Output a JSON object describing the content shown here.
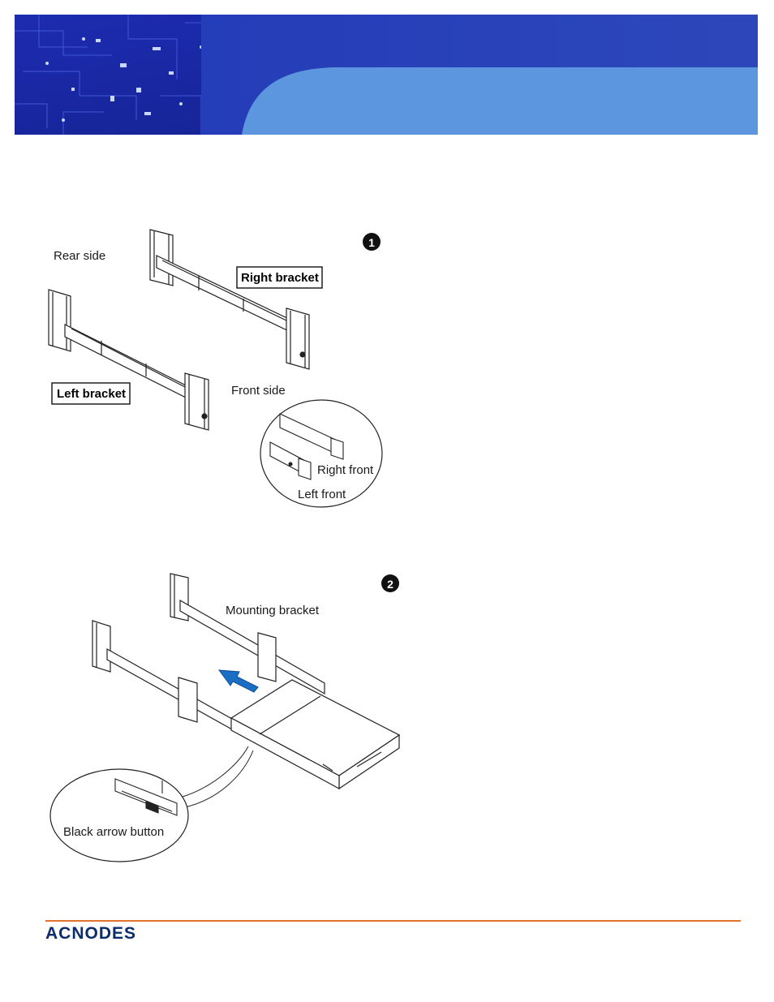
{
  "figure1": {
    "step_number": "1",
    "rear_side_label": "Rear side",
    "right_bracket_label": "Right bracket",
    "left_bracket_label": "Left bracket",
    "front_side_label": "Front side",
    "right_front_label": "Right front",
    "left_front_label": "Left front"
  },
  "figure2": {
    "step_number": "2",
    "mounting_bracket_label": "Mounting bracket",
    "black_arrow_button_label": "Black arrow button"
  },
  "footer": {
    "brand": "ACNODES"
  },
  "colors": {
    "banner_dark": "#1b2a9c",
    "banner_light": "#5b96de",
    "arrow_blue": "#1a6fc4",
    "footer_rule": "#e0732c",
    "logo": "#0c2d6b"
  }
}
